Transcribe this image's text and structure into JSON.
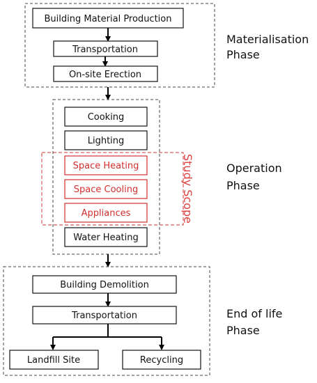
{
  "materialisation": {
    "boxes": [
      "Building Material Production",
      "Transportation",
      "On-site Erection"
    ],
    "phase_line1": "Materialisation",
    "phase_line2": "Phase"
  },
  "operation": {
    "boxes": [
      "Cooking",
      "Lighting",
      "Space Heating",
      "Space Cooling",
      "Appliances",
      "Water Heating"
    ],
    "phase_line1": "Operation",
    "phase_line2": "Phase",
    "study_scope": "Study Scope"
  },
  "end_of_life": {
    "boxes": [
      "Building Demolition",
      "Transportation",
      "Landfill Site",
      "Recycling"
    ],
    "phase_line1": "End of life",
    "phase_line2": "Phase"
  },
  "colors": {
    "box_border": "#111111",
    "dashed_border": "#444444",
    "scope_red": "#d32f2f",
    "arrow": "#000000"
  }
}
